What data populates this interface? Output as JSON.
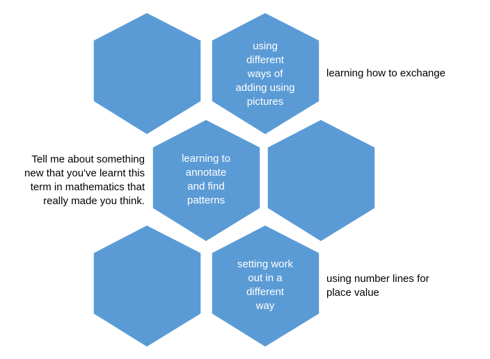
{
  "hexagons": [
    {
      "text": ""
    },
    {
      "text": "using\ndifferent\nways of\nadding using\npictures"
    },
    {
      "text": "learning to\nannotate\nand find\npatterns"
    },
    {
      "text": ""
    },
    {
      "text": ""
    },
    {
      "text": "setting work\nout in a\ndifferent\nway"
    }
  ],
  "callouts": {
    "top_right": "learning how to exchange",
    "middle_left": "Tell me about something\nnew that you've learnt this\nterm in mathematics that\nreally made you think.",
    "bottom_right": "using number lines for\nplace value"
  },
  "colors": {
    "hex_fill": "#5b9bd5",
    "hex_text": "#ffffff",
    "callout_text": "#000000"
  }
}
